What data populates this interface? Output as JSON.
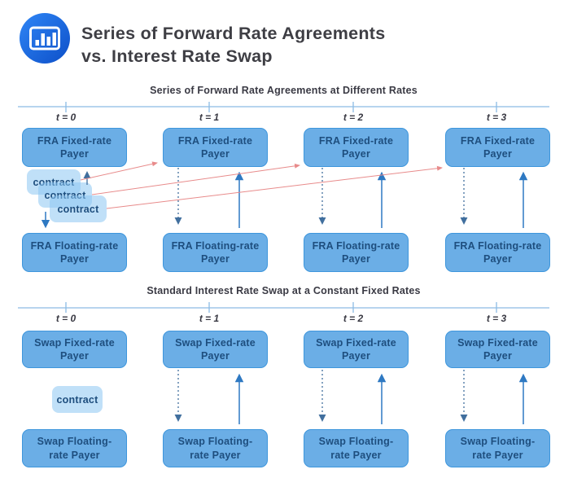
{
  "header": {
    "title_line1": "Series of Forward Rate Agreements",
    "title_line2": "vs. Interest Rate Swap",
    "logo_icon": "bar-chart-icon"
  },
  "fra": {
    "section_title": "Series of Forward Rate Agreements at Different Rates",
    "time_labels": [
      "t = 0",
      "t = 1",
      "t = 2",
      "t = 3"
    ],
    "fixed_label": "FRA Fixed-rate Payer",
    "floating_label": "FRA Floating-rate Payer",
    "contracts": [
      "contract",
      "contract",
      "contract"
    ]
  },
  "swap": {
    "section_title": "Standard Interest Rate Swap at a Constant Fixed Rates",
    "time_labels": [
      "t = 0",
      "t = 1",
      "t = 2",
      "t = 3"
    ],
    "fixed_label": "Swap Fixed-rate Payer",
    "floating_label": "Swap Floating-rate Payer",
    "contract": "contract"
  },
  "colors": {
    "title_text": "#3E3E44",
    "section_text": "#3A3A44",
    "box_fill": "#6BAEE6",
    "box_border": "#3E96DC",
    "box_text": "#1E4E7E",
    "contract_fill": "rgba(141,199,242,0.55)",
    "red_line": "#E88B8B",
    "solid_arrow": "#2E79C2",
    "dashed_arrow": "#416F9E",
    "timeline": "#8CBBE4",
    "logo_gradient_start": "#2F86F6",
    "logo_gradient_end": "#0D4FC8"
  }
}
